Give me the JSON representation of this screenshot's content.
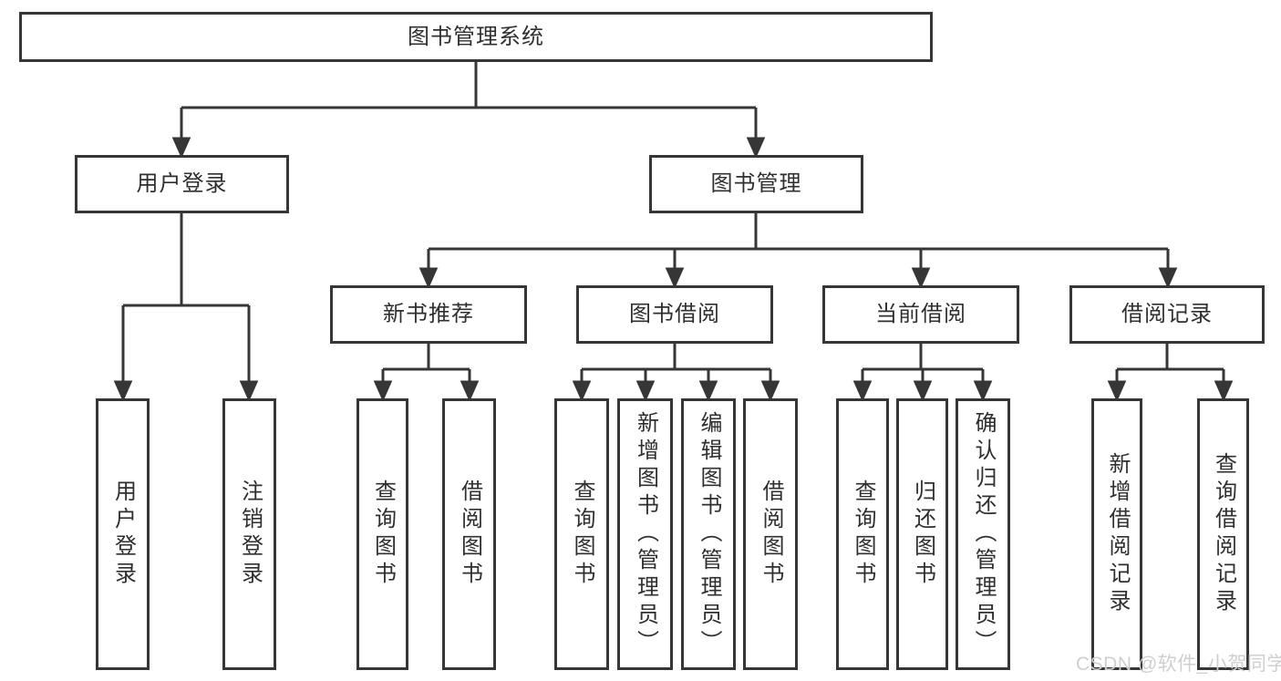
{
  "tree": {
    "root": "图书管理系统",
    "children": [
      {
        "label": "用户登录",
        "children": [
          "用户登录",
          "注销登录"
        ]
      },
      {
        "label": "图书管理",
        "children": [
          {
            "label": "新书推荐",
            "children": [
              "查询图书",
              "借阅图书"
            ]
          },
          {
            "label": "图书借阅",
            "children": [
              "查询图书",
              "新增图书（管理员）",
              "编辑图书（管理员）",
              "借阅图书"
            ]
          },
          {
            "label": "当前借阅",
            "children": [
              "查询图书",
              "归还图书",
              "确认归还（管理员）"
            ]
          },
          {
            "label": "借阅记录",
            "children": [
              "新增借阅记录",
              "查询借阅记录"
            ]
          }
        ]
      }
    ]
  },
  "watermark": "CSDN @软件_小贺同学",
  "colors": {
    "line": "#363636",
    "text": "#2f2f2f",
    "background": "#ffffff",
    "watermark": "#cfcfcf"
  }
}
